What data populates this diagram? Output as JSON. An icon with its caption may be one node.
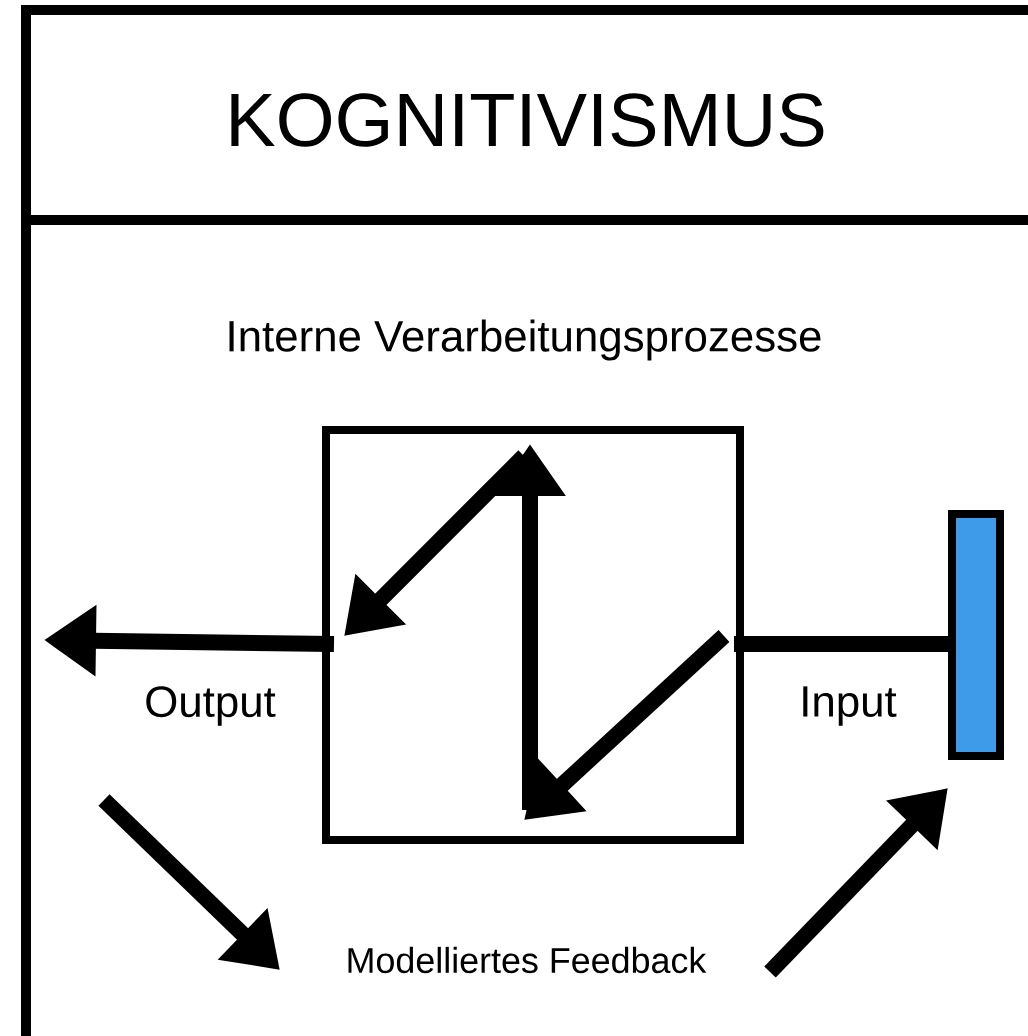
{
  "diagram": {
    "title": "KOGNITIVISMUS",
    "nodes": [
      {
        "text": [
          "Interne Verarbeitungsprozesse"
        ]
      },
      {
        "text": [],
        "shape": "bar"
      },
      {
        "text": [
          "Output"
        ]
      },
      {
        "text": [
          "Input"
        ]
      },
      {
        "text": [
          "Modelliertes Feedback"
        ]
      }
    ],
    "edges": [
      {
        "from": 1,
        "to": 0,
        "arrow": "none"
      },
      {
        "from": 0,
        "to": null,
        "arrow": "to"
      },
      {
        "from": 2,
        "to": 4,
        "arrow": "to"
      },
      {
        "from": 4,
        "to": 1,
        "arrow": "to"
      }
    ]
  }
}
